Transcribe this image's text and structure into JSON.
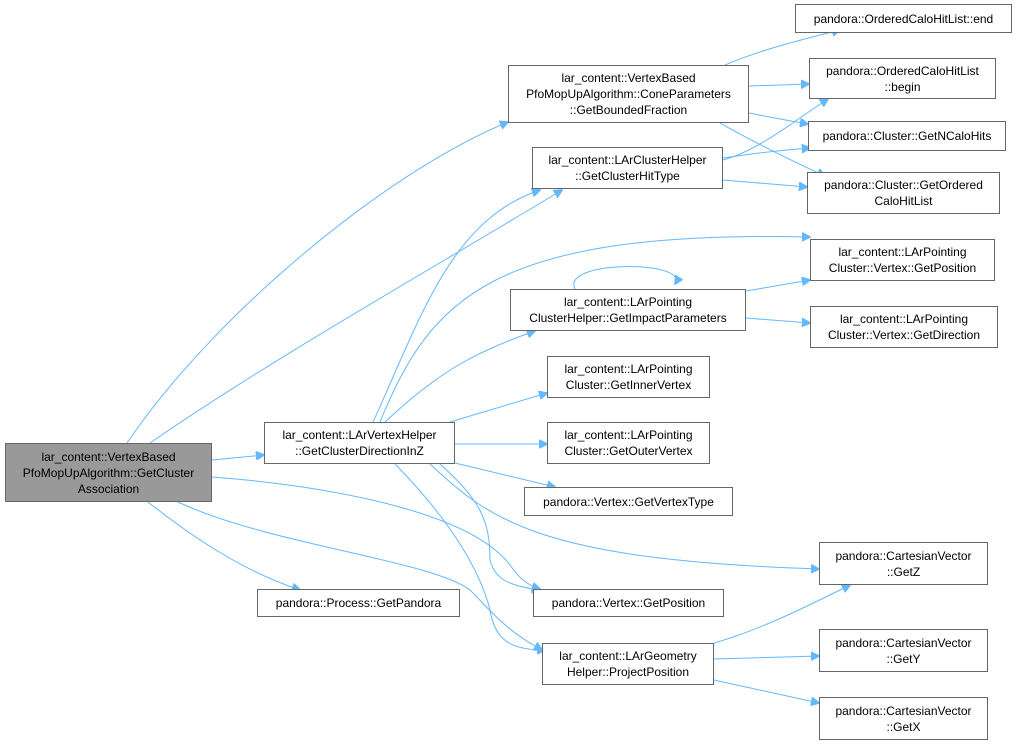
{
  "colors": {
    "edge": "#63b8ff",
    "root_fill": "#999999",
    "node_border": "#666666",
    "node_fill": "#ffffff"
  },
  "nodes": [
    {
      "id": "root",
      "lines": [
        "lar_content::VertexBased",
        "PfoMopUpAlgorithm::GetCluster",
        "Association"
      ],
      "root": true
    },
    {
      "id": "getClusterDirectionInZ",
      "lines": [
        "lar_content::LArVertexHelper",
        "::GetClusterDirectionInZ"
      ]
    },
    {
      "id": "getPandora",
      "lines": [
        "pandora::Process::GetPandora"
      ]
    },
    {
      "id": "getBoundedFraction",
      "lines": [
        "lar_content::VertexBased",
        "PfoMopUpAlgorithm::ConeParameters",
        "::GetBoundedFraction"
      ]
    },
    {
      "id": "getClusterHitType",
      "lines": [
        "lar_content::LArClusterHelper",
        "::GetClusterHitType"
      ]
    },
    {
      "id": "getImpactParameters",
      "lines": [
        "lar_content::LArPointing",
        "ClusterHelper::GetImpactParameters"
      ]
    },
    {
      "id": "getInnerVertex",
      "lines": [
        "lar_content::LArPointing",
        "Cluster::GetInnerVertex"
      ]
    },
    {
      "id": "getOuterVertex",
      "lines": [
        "lar_content::LArPointing",
        "Cluster::GetOuterVertex"
      ]
    },
    {
      "id": "getVertexType",
      "lines": [
        "pandora::Vertex::GetVertexType"
      ]
    },
    {
      "id": "vertexGetPosition",
      "lines": [
        "pandora::Vertex::GetPosition"
      ]
    },
    {
      "id": "projectPosition",
      "lines": [
        "lar_content::LArGeometry",
        "Helper::ProjectPosition"
      ]
    },
    {
      "id": "hitListEnd",
      "lines": [
        "pandora::OrderedCaloHitList::end"
      ]
    },
    {
      "id": "hitListBegin",
      "lines": [
        "pandora::OrderedCaloHitList",
        "::begin"
      ]
    },
    {
      "id": "getNCaloHits",
      "lines": [
        "pandora::Cluster::GetNCaloHits"
      ]
    },
    {
      "id": "getOrderedCaloHitList",
      "lines": [
        "pandora::Cluster::GetOrdered",
        "CaloHitList"
      ]
    },
    {
      "id": "pcVertexGetPosition",
      "lines": [
        "lar_content::LArPointing",
        "Cluster::Vertex::GetPosition"
      ]
    },
    {
      "id": "pcVertexGetDirection",
      "lines": [
        "lar_content::LArPointing",
        "Cluster::Vertex::GetDirection"
      ]
    },
    {
      "id": "getZ",
      "lines": [
        "pandora::CartesianVector",
        "::GetZ"
      ]
    },
    {
      "id": "getY",
      "lines": [
        "pandora::CartesianVector",
        "::GetY"
      ]
    },
    {
      "id": "getX",
      "lines": [
        "pandora::CartesianVector",
        "::GetX"
      ]
    }
  ],
  "edges": [
    [
      "root",
      "getBoundedFraction"
    ],
    [
      "root",
      "getClusterHitType"
    ],
    [
      "root",
      "getClusterDirectionInZ"
    ],
    [
      "root",
      "getPandora"
    ],
    [
      "root",
      "vertexGetPosition"
    ],
    [
      "root",
      "projectPosition"
    ],
    [
      "getBoundedFraction",
      "hitListEnd"
    ],
    [
      "getBoundedFraction",
      "hitListBegin"
    ],
    [
      "getBoundedFraction",
      "getNCaloHits"
    ],
    [
      "getBoundedFraction",
      "getOrderedCaloHitList"
    ],
    [
      "getClusterHitType",
      "hitListBegin"
    ],
    [
      "getClusterHitType",
      "getNCaloHits"
    ],
    [
      "getClusterHitType",
      "getOrderedCaloHitList"
    ],
    [
      "getImpactParameters",
      "getImpactParameters"
    ],
    [
      "getImpactParameters",
      "pcVertexGetPosition"
    ],
    [
      "getImpactParameters",
      "pcVertexGetDirection"
    ],
    [
      "getClusterDirectionInZ",
      "getClusterHitType"
    ],
    [
      "getClusterDirectionInZ",
      "pcVertexGetPosition"
    ],
    [
      "getClusterDirectionInZ",
      "getImpactParameters"
    ],
    [
      "getClusterDirectionInZ",
      "getInnerVertex"
    ],
    [
      "getClusterDirectionInZ",
      "getOuterVertex"
    ],
    [
      "getClusterDirectionInZ",
      "getVertexType"
    ],
    [
      "getClusterDirectionInZ",
      "getZ"
    ],
    [
      "getClusterDirectionInZ",
      "vertexGetPosition"
    ],
    [
      "getClusterDirectionInZ",
      "projectPosition"
    ],
    [
      "projectPosition",
      "getZ"
    ],
    [
      "projectPosition",
      "getY"
    ],
    [
      "projectPosition",
      "getX"
    ]
  ]
}
